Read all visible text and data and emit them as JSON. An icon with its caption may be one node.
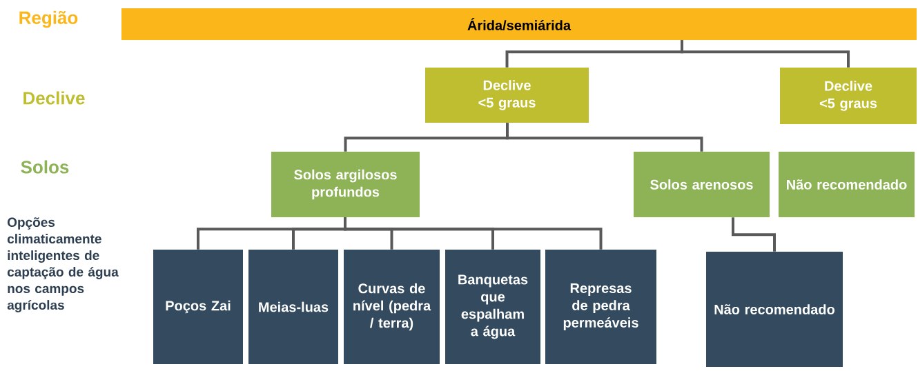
{
  "diagram": {
    "nodes": [
      {
        "text": [
          "Árida/semiárida"
        ]
      },
      {
        "text": [
          "Declive <5 graus"
        ]
      },
      {
        "text": [
          "Declive <5 graus"
        ]
      },
      {
        "text": [
          "Solos argilosos profundos"
        ]
      },
      {
        "text": [
          "Solos arenosos"
        ]
      },
      {
        "text": [
          "Não recomendado"
        ]
      },
      {
        "text": [
          "Poços Zai"
        ]
      },
      {
        "text": [
          "Meias-luas"
        ]
      },
      {
        "text": [
          "Curvas de nível (pedra / terra)"
        ]
      },
      {
        "text": [
          "Banquetas que espalham a água"
        ]
      },
      {
        "text": [
          "Represas de pedra permeáveis"
        ]
      },
      {
        "text": [
          "Não recomendado"
        ]
      }
    ],
    "edges": [
      {
        "from": 0,
        "to": 1,
        "arrow": "none"
      },
      {
        "from": 0,
        "to": 2,
        "arrow": "none"
      },
      {
        "from": 1,
        "to": 3,
        "arrow": "none"
      },
      {
        "from": 1,
        "to": 4,
        "arrow": "none"
      },
      {
        "from": 3,
        "to": 6,
        "arrow": "none"
      },
      {
        "from": 3,
        "to": 7,
        "arrow": "none"
      },
      {
        "from": 3,
        "to": 8,
        "arrow": "none"
      },
      {
        "from": 3,
        "to": 9,
        "arrow": "none"
      },
      {
        "from": 3,
        "to": 10,
        "arrow": "none"
      },
      {
        "from": 4,
        "to": 11,
        "arrow": "none"
      }
    ],
    "labels": [
      "Região",
      "Declive",
      "Solos",
      "Opções climaticamente inteligentes de captação de água nos campos agrícolas"
    ]
  }
}
